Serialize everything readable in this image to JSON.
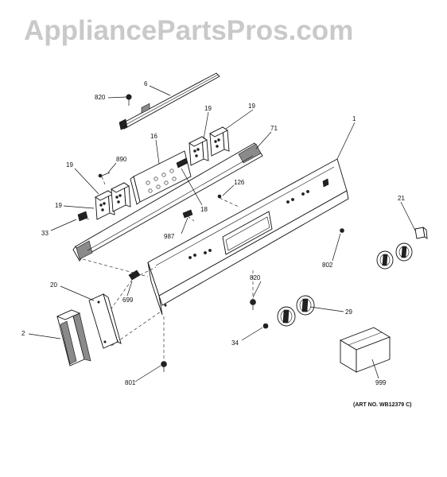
{
  "watermark": "AppliancePartsPros.com",
  "art_number": "(ART NO. WB12379 C)",
  "labels": {
    "p6": "6",
    "p820_top": "820",
    "p19_a": "19",
    "p19_b": "19",
    "p16": "16",
    "p71": "71",
    "p890": "890",
    "p19_c": "19",
    "p19_d": "19",
    "p1": "1",
    "p126": "126",
    "p18": "18",
    "p33": "33",
    "p987": "987",
    "p21": "21",
    "p802": "802",
    "p20": "20",
    "p699": "699",
    "p820_mid": "820",
    "p29": "29",
    "p2": "2",
    "p34": "34",
    "p999": "999",
    "p801": "801"
  }
}
